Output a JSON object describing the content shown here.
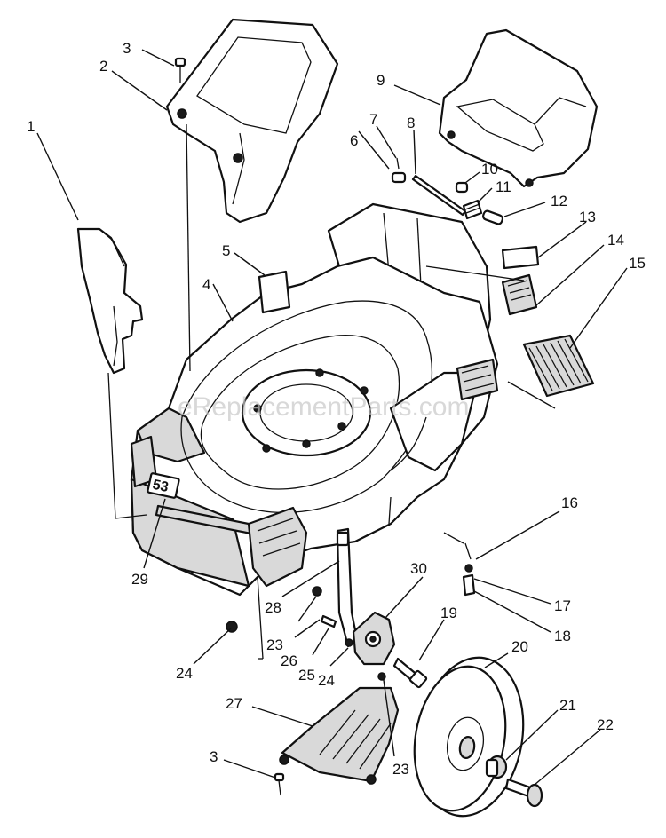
{
  "watermark": "eReplacementParts.com",
  "deck_badge": "53",
  "labels": [
    {
      "id": "1",
      "text": "1"
    },
    {
      "id": "2",
      "text": "2"
    },
    {
      "id": "3a",
      "text": "3"
    },
    {
      "id": "3b",
      "text": "3"
    },
    {
      "id": "4",
      "text": "4"
    },
    {
      "id": "5",
      "text": "5"
    },
    {
      "id": "6",
      "text": "6"
    },
    {
      "id": "7",
      "text": "7"
    },
    {
      "id": "8",
      "text": "8"
    },
    {
      "id": "9",
      "text": "9"
    },
    {
      "id": "10",
      "text": "10"
    },
    {
      "id": "11",
      "text": "11"
    },
    {
      "id": "12",
      "text": "12"
    },
    {
      "id": "13",
      "text": "13"
    },
    {
      "id": "14",
      "text": "14"
    },
    {
      "id": "15",
      "text": "15"
    },
    {
      "id": "16",
      "text": "16"
    },
    {
      "id": "17",
      "text": "17"
    },
    {
      "id": "18",
      "text": "18"
    },
    {
      "id": "19",
      "text": "19"
    },
    {
      "id": "20",
      "text": "20"
    },
    {
      "id": "21",
      "text": "21"
    },
    {
      "id": "22",
      "text": "22"
    },
    {
      "id": "23a",
      "text": "23"
    },
    {
      "id": "23b",
      "text": "23"
    },
    {
      "id": "24a",
      "text": "24"
    },
    {
      "id": "24b",
      "text": "24"
    },
    {
      "id": "25",
      "text": "25"
    },
    {
      "id": "26",
      "text": "26"
    },
    {
      "id": "27",
      "text": "27"
    },
    {
      "id": "28",
      "text": "28"
    },
    {
      "id": "29",
      "text": "29"
    },
    {
      "id": "30",
      "text": "30"
    }
  ]
}
